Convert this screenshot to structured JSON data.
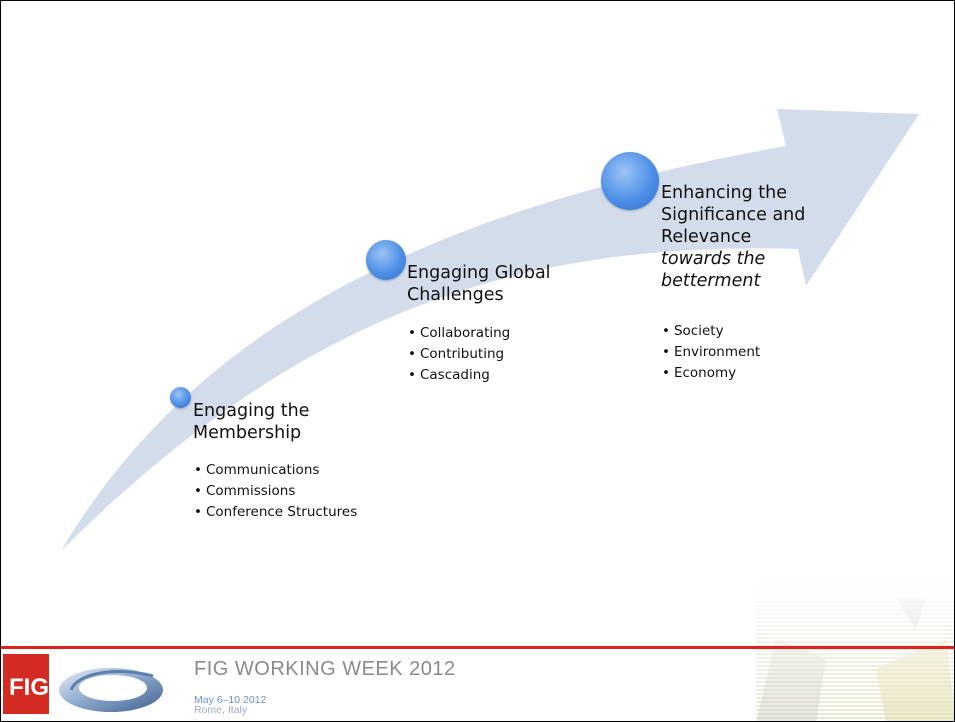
{
  "stages": [
    {
      "title_lines": [
        "Engaging the",
        "Membership"
      ],
      "italic_lines": [],
      "bullets": [
        "Communications",
        "Commissions",
        "Conference Structures"
      ]
    },
    {
      "title_lines": [
        "Engaging Global",
        "Challenges"
      ],
      "italic_lines": [],
      "bullets": [
        "Collaborating",
        "Contributing",
        "Cascading"
      ]
    },
    {
      "title_lines": [
        "Enhancing the",
        "Significance and",
        "Relevance"
      ],
      "italic_lines": [
        "towards the",
        "betterment"
      ],
      "bullets": [
        "Society",
        "Environment",
        "Economy"
      ]
    }
  ],
  "footer": {
    "logo_text": "FIG",
    "event_title": "FIG WORKING WEEK 2012",
    "event_date": "May 6–10 2012",
    "event_place": "Rome, Italy"
  },
  "colors": {
    "arrow": "#d3dcea",
    "dot": "#4d8fe6",
    "footer_line": "#e0201b",
    "logo_bg": "#d32a22"
  },
  "icons": [
    "growth-arrow",
    "stage-dot",
    "colosseum-logo"
  ]
}
